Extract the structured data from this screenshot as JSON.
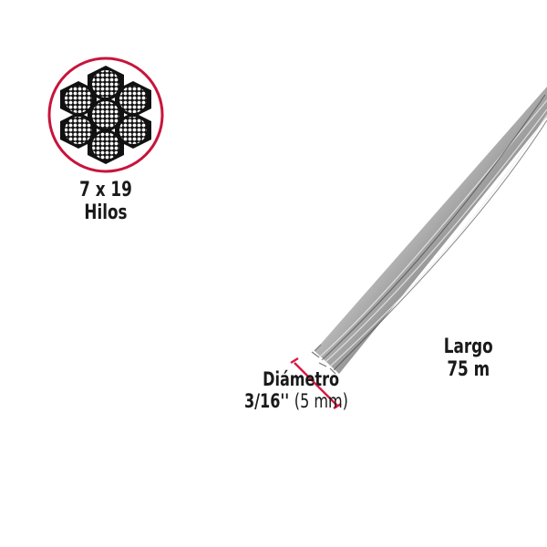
{
  "strand_diagram": {
    "icon": "wire-rope-cross-section-icon",
    "ring_color": "#c8143c",
    "line1": "7 x 19",
    "line2": "Hilos"
  },
  "diameter": {
    "label": "Diámetro",
    "value_imperial": "3/16''",
    "value_metric": "(5 mm)",
    "arrow_color": "#d81b45"
  },
  "length": {
    "label": "Largo",
    "value": "75 m"
  },
  "product": {
    "image": "steel-wire-rope-icon"
  }
}
